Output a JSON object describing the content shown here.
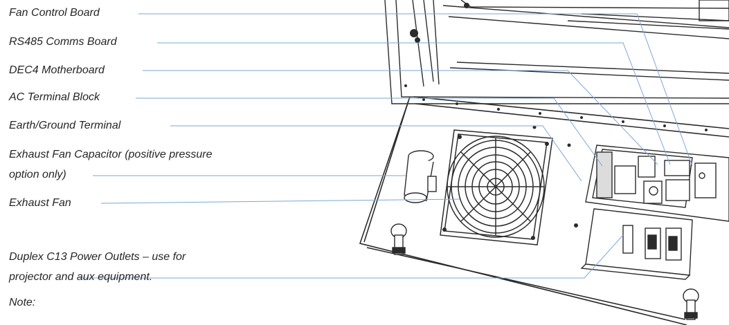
{
  "labels": {
    "fan_control_board": "Fan Control Board",
    "rs485_comms_board": "RS485 Comms Board",
    "dec4_motherboard": "DEC4 Motherboard",
    "ac_terminal_block": "AC Terminal Block",
    "earth_ground_terminal": "Earth/Ground Terminal",
    "exhaust_fan_capacitor_line1": "Exhaust Fan Capacitor (positive pressure",
    "exhaust_fan_capacitor_line2": "option only)",
    "exhaust_fan": "Exhaust Fan",
    "duplex_outlets_line1": "Duplex C13 Power Outlets – use for",
    "duplex_outlets_line2": "projector and aux equipment.",
    "note": "Note:"
  },
  "colors": {
    "leader_line": "#7aa7d6",
    "drawing": "#2b2b2b",
    "text": "#262626"
  }
}
